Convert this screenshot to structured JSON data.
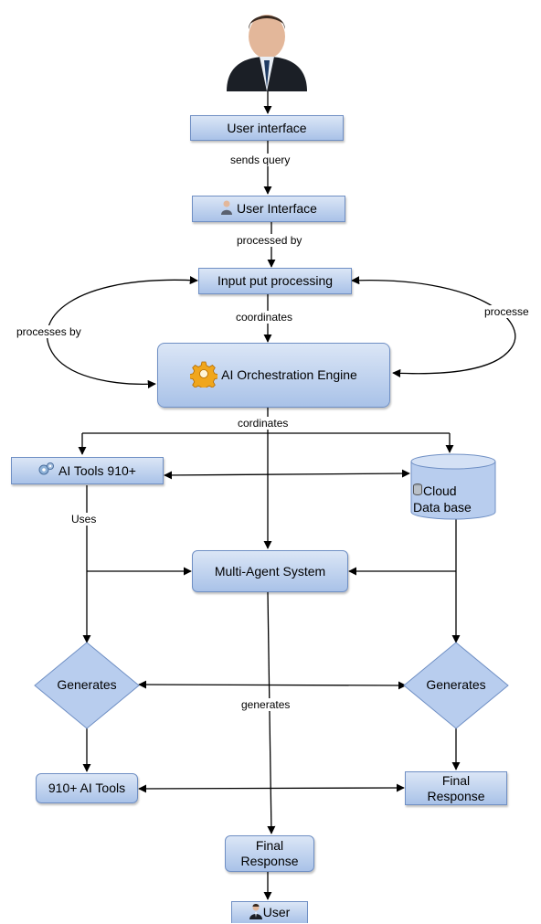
{
  "nodes": {
    "user_interface_top": "User interface",
    "user_interface_2": "User Interface",
    "input_processing": "Input put processing",
    "orchestration": "AI Orchestration Engine",
    "ai_tools": "AI Tools 910+",
    "cloud_db_line1": "Cloud",
    "cloud_db_line2": "Data base",
    "multi_agent": "Multi-Agent System",
    "generates_left": "Generates",
    "generates_right": "Generates",
    "tools_910": "910+ AI Tools",
    "final_right_line1": "Final",
    "final_right_line2": "Response",
    "final_bottom_line1": "Final",
    "final_bottom_line2": "Response",
    "user_bottom": "User"
  },
  "edges": {
    "sends_query": "sends query",
    "processed_by": "processed by",
    "coordinates": "coordinates",
    "processes_by": "processes by",
    "processe": "processe",
    "cordinates": "cordinates",
    "uses": "Uses",
    "generates": "generates"
  },
  "icons": {
    "user_avatar": "businessman-avatar-icon",
    "gear": "gear-icon",
    "database": "database-icon"
  },
  "colors": {
    "node_fill": "#b8cdee",
    "node_border": "#6f8fc4"
  }
}
